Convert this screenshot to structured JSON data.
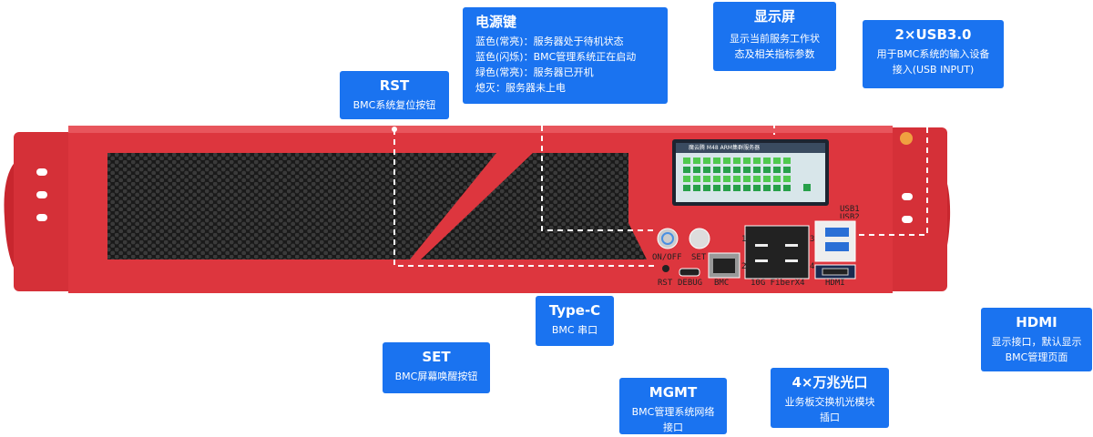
{
  "callouts": {
    "rst": {
      "title": "RST",
      "desc": [
        "BMC系统复位按钮"
      ]
    },
    "power": {
      "title": "电源键",
      "desc": [
        "蓝色(常亮)：服务器处于待机状态",
        "蓝色(闪烁)：BMC管理系统正在启动",
        "绿色(常亮)：服务器已开机",
        "熄灭：服务器未上电"
      ]
    },
    "display": {
      "title": "显示屏",
      "desc": [
        "显示当前服务工作状",
        "态及相关指标参数"
      ]
    },
    "usb": {
      "title": "2×USB3.0",
      "desc": [
        "用于BMC系统的输入设备",
        "接入(USB INPUT)"
      ]
    },
    "typec": {
      "title": "Type-C",
      "desc": [
        "BMC 串口"
      ]
    },
    "set": {
      "title": "SET",
      "desc": [
        "BMC屏幕唤醒按钮"
      ]
    },
    "mgmt": {
      "title": "MGMT",
      "desc": [
        "BMC管理系统网络",
        "接口"
      ]
    },
    "fiber": {
      "title": "4×万兆光口",
      "desc": [
        "业务板交换机光模块",
        "插口"
      ]
    },
    "hdmi": {
      "title": "HDMI",
      "desc": [
        "显示接口，默认显示",
        "BMC管理页面"
      ]
    }
  },
  "panel_labels": {
    "onoff": "ON/OFF",
    "set": "SET",
    "rst": "RST",
    "debug": "DEBUG",
    "bmc": "BMC",
    "fiber": "10G FiberX4",
    "hdmi": "HDMI",
    "usb1": "USB1",
    "usb2": "USB2",
    "p1": "1",
    "p2": "2",
    "p3": "3",
    "p4": "4"
  },
  "screen": {
    "header": "魔云腾 M48 ARM集群服务器"
  },
  "colors": {
    "accent": "#1a73f0",
    "chassis": "#d9343c"
  }
}
